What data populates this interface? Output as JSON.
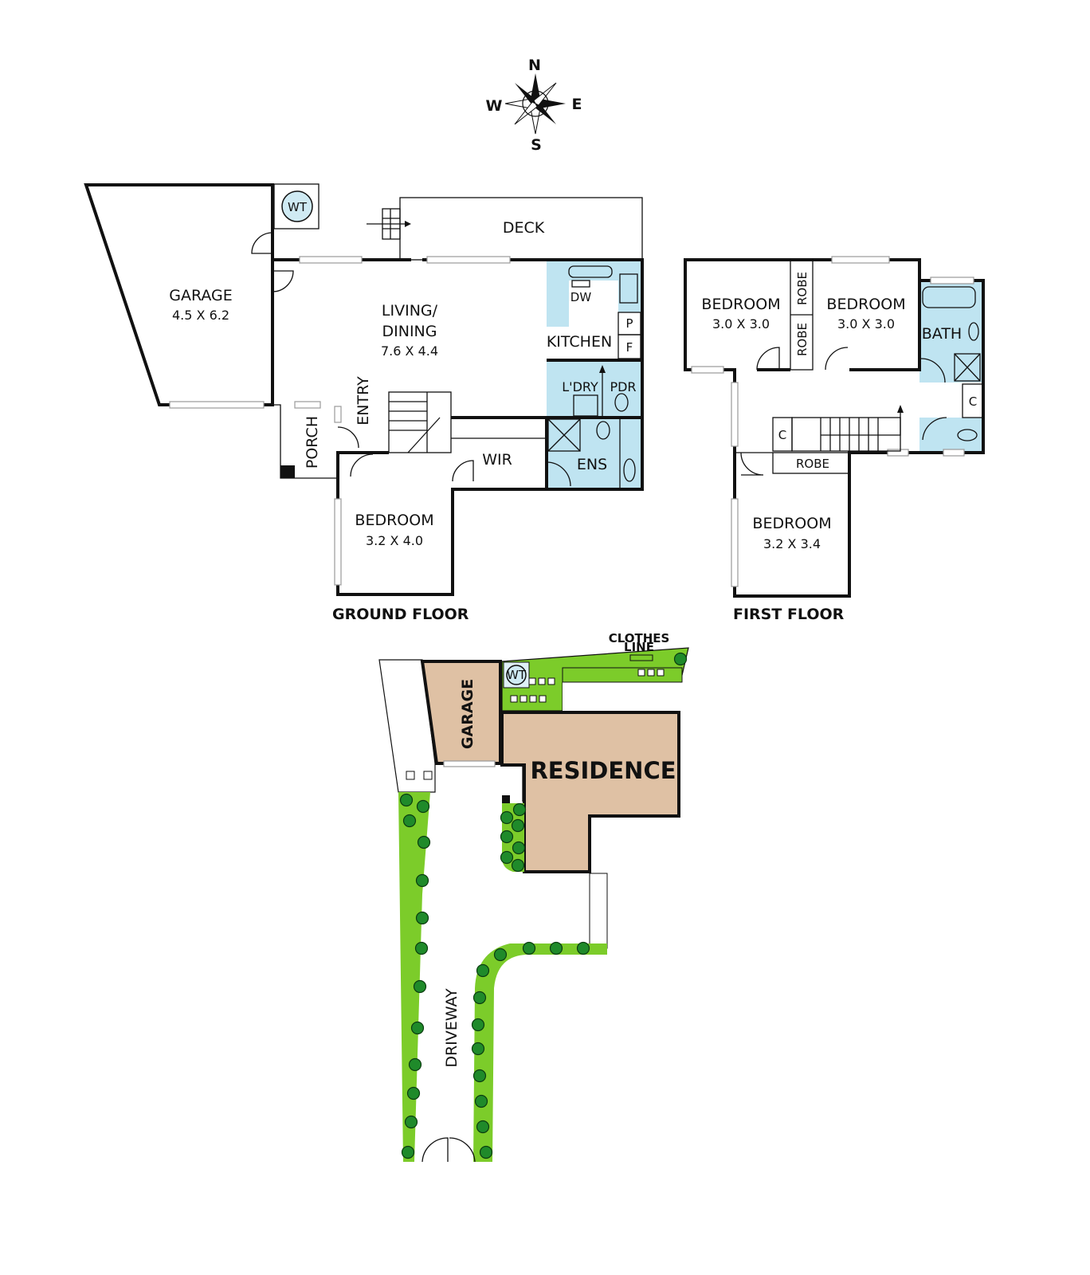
{
  "compass": {
    "n": "N",
    "s": "S",
    "e": "E",
    "w": "W"
  },
  "ground_floor": {
    "title": "GROUND FLOOR",
    "garage": {
      "name": "GARAGE",
      "dims": "4.5 X 6.2"
    },
    "water_tank": "WT",
    "deck": "DECK",
    "living": {
      "name1": "LIVING/",
      "name2": "DINING",
      "dims": "7.6 X 4.4"
    },
    "kitchen": "KITCHEN",
    "dishwasher": "DW",
    "pantry": "P",
    "fridge": "F",
    "laundry": "L'DRY",
    "powder": "PDR",
    "entry": "ENTRY",
    "porch": "PORCH",
    "wir": "WIR",
    "ensuite": "ENS",
    "bedroom": {
      "name": "BEDROOM",
      "dims": "3.2 X 4.0"
    }
  },
  "first_floor": {
    "title": "FIRST FLOOR",
    "bedroom_1": {
      "name": "BEDROOM",
      "dims": "3.0 X 3.0"
    },
    "bedroom_2": {
      "name": "BEDROOM",
      "dims": "3.0 X 3.0"
    },
    "bedroom_3": {
      "name": "BEDROOM",
      "dims": "3.2 X 3.4"
    },
    "robe": "ROBE",
    "bath": "BATH",
    "cupboard": "C"
  },
  "site_plan": {
    "garage": "GARAGE",
    "residence": "RESIDENCE",
    "driveway": "DRIVEWAY",
    "water_tank": "WT",
    "clothes_line_1": "CLOTHES",
    "clothes_line_2": "LINE"
  }
}
